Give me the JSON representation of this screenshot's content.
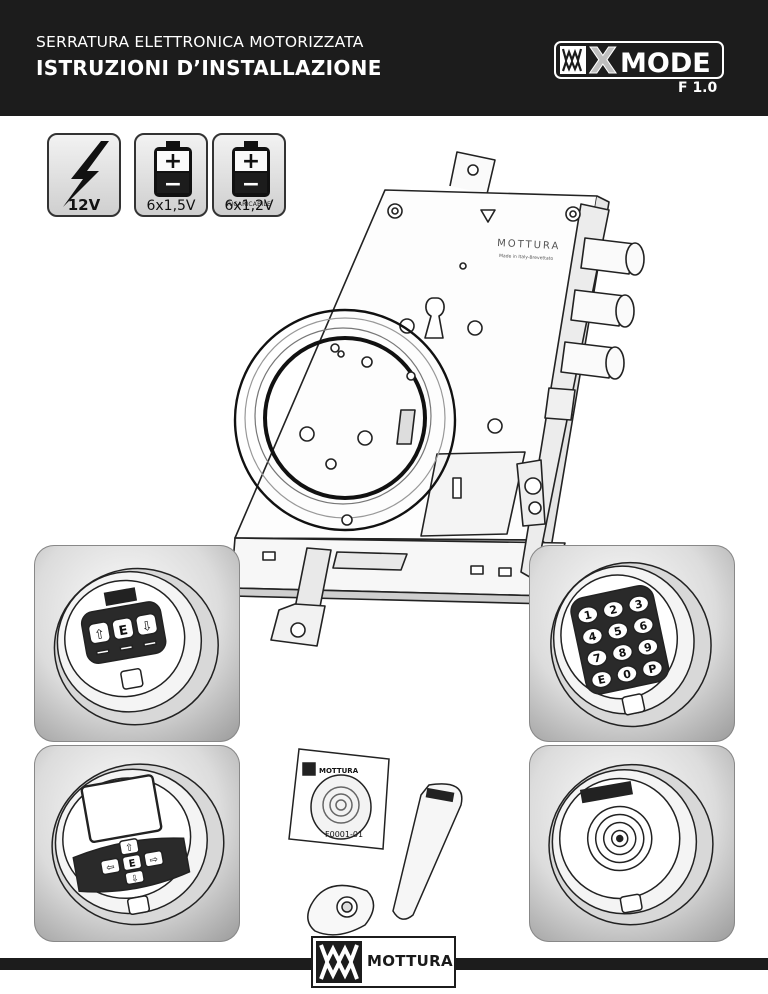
{
  "header": {
    "subtitle": "SERRATURA ELETTRONICA MOTORIZZATA",
    "title": "ISTRUZIONI D’INSTALLAZIONE",
    "product_logo": "X MODE",
    "product_logo_x": "X",
    "product_logo_mode": "MODE",
    "version": "F 1.0"
  },
  "power": {
    "mains_label": "12V",
    "battery_label": "6x1,5V",
    "rechargeable_caption": "RICARICABILE",
    "rechargeable_label": "6x1,2V",
    "plus_sign": "+",
    "minus_sign": "−"
  },
  "lock": {
    "brand": "MOTTURA",
    "subline": "Made in Italy-Brevettato"
  },
  "keypad_arrows": {
    "up": "⇧",
    "enter": "E",
    "down": "⇩"
  },
  "keypad_numeric": {
    "keys": [
      "1",
      "2",
      "3",
      "4",
      "5",
      "6",
      "7",
      "8",
      "9",
      "E",
      "0",
      "P"
    ]
  },
  "keypad_display": {
    "up": "⇧",
    "left": "⇦",
    "enter": "E",
    "right": "⇨",
    "down": "⇩"
  },
  "card": {
    "code": "F0001-01",
    "brand": "MOTTURA"
  },
  "footer": {
    "brand": "MOTTURA"
  },
  "colors": {
    "header_bg": "#1c1c1c",
    "text_light": "#ffffff"
  },
  "icons": {
    "mains": "lightning-icon",
    "battery": "battery-icon",
    "brand": "wm-logo-icon"
  }
}
